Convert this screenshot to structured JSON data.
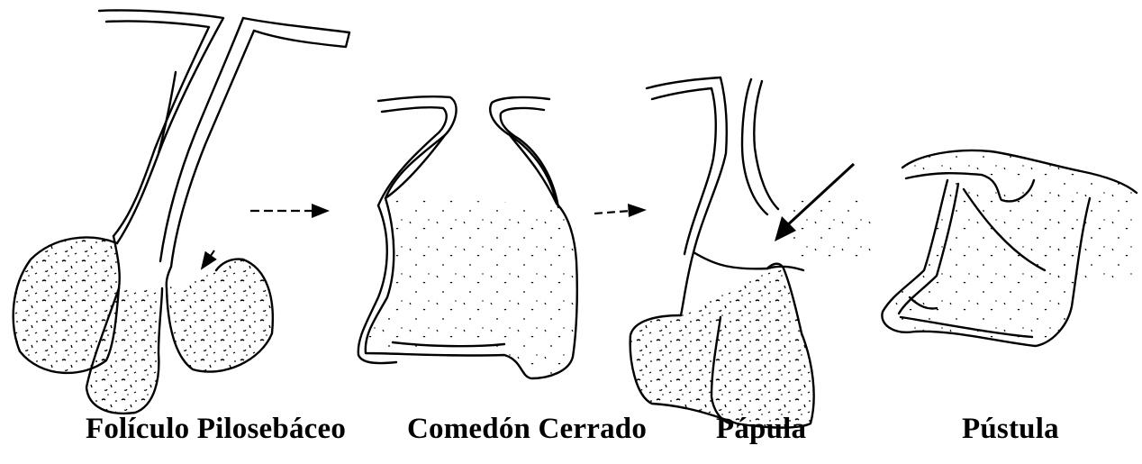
{
  "diagram": {
    "stages": [
      {
        "id": "foliculo",
        "label": "Folículo Pilosebáceo"
      },
      {
        "id": "comedon",
        "label": "Comedón Cerrado"
      },
      {
        "id": "papula",
        "label": "Pápula"
      },
      {
        "id": "pustula",
        "label": "Pústula"
      }
    ],
    "colors": {
      "ink": "#000000",
      "background": "#ffffff"
    }
  }
}
